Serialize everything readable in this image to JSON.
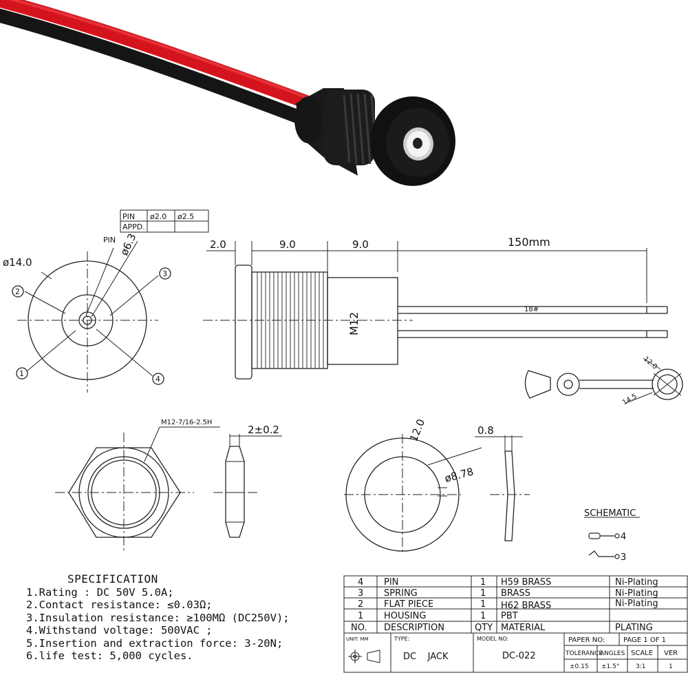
{
  "pin_table": {
    "headers": [
      "PIN",
      "ø2.0",
      "ø2.5"
    ],
    "row2": "APPD."
  },
  "front_view": {
    "pin_label": "PIN",
    "dia_63": "ø6.3",
    "dia_140": "ø14.0",
    "callouts": [
      "1",
      "2",
      "3",
      "4"
    ]
  },
  "side_view": {
    "dim_20": "2.0",
    "dim_90a": "9.0",
    "dim_90b": "9.0",
    "dim_150": "150mm",
    "thread": "M12",
    "wire_label": "18#"
  },
  "spring_view": {
    "dim_120": "12.0",
    "dim_145": "14.5"
  },
  "nut_view": {
    "thread_spec": "M12-7/16-2.5H",
    "thickness": "2±0.2"
  },
  "washer_view": {
    "dim_120": "12.0",
    "dim_878": "ø8.78",
    "thickness": "0.8"
  },
  "schematic": {
    "title": "SCHEMATIC",
    "pin4": "4",
    "pin3": "3"
  },
  "specification": {
    "title": "SPECIFICATION",
    "lines": [
      "1.Rating : DC 50V 5.0A;",
      "2.Contact resistance: ≤0.03Ω;",
      "3.Insulation resistance: ≥100MΩ (DC250V);",
      "4.Withstand voltage: 500VAC ;",
      "5.Insertion and extraction force: 3-20N;",
      "6.life test: 5,000 cycles."
    ]
  },
  "bom": {
    "rows": [
      {
        "no": "4",
        "desc": "PIN",
        "qty": "1",
        "material": "H59 BRASS",
        "plating": "Ni-Plating"
      },
      {
        "no": "3",
        "desc": "SPRING",
        "qty": "1",
        "material": "BRASS",
        "plating": "Ni-Plating"
      },
      {
        "no": "2",
        "desc": "FLAT PIECE",
        "qty": "1",
        "material": "H62 BRASS",
        "plating": "Ni-Plating"
      },
      {
        "no": "1",
        "desc": "HOUSING",
        "qty": "1",
        "material": "PBT",
        "plating": ""
      }
    ],
    "header": {
      "no": "NO.",
      "desc": "DESCRIPTION",
      "qty": "QTY",
      "material": "MATERIAL",
      "plating": "PLATING"
    }
  },
  "title_block": {
    "unit": "UNIT: MM",
    "type_label": "TYPE:",
    "type_value": "DC    JACK",
    "model_label": "MODEL NO:",
    "model_value": "DC-022",
    "paper_no": "PAPER NO:",
    "page": "PAGE 1 OF 1",
    "tolerance": "TOLERANCE",
    "angles": "ANGLES",
    "scale": "SCALE",
    "ver": "VER",
    "tol_val": "±0.15",
    "ang_val": "±1.5°",
    "scale_val": "3:1",
    "ver_val": "1"
  }
}
